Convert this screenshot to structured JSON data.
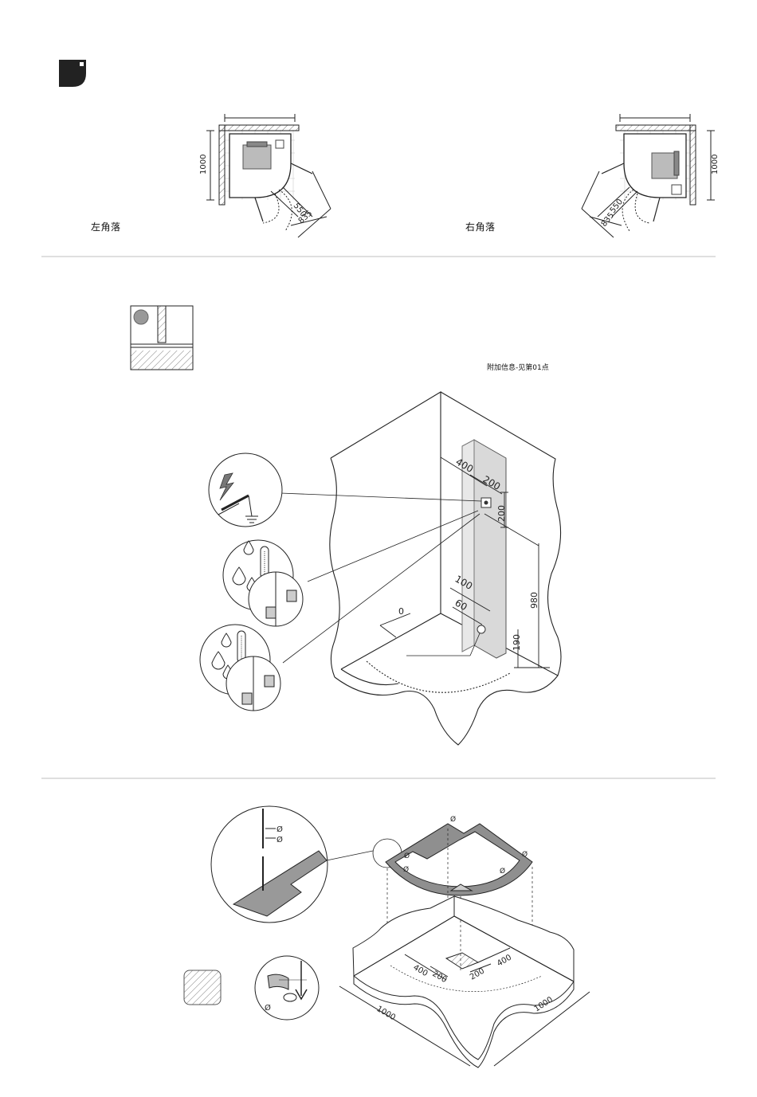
{
  "top_section": {
    "left_corner_label": "左角落",
    "right_corner_label": "右角落",
    "left_plan": {
      "dim_depth": "1000",
      "dim_door_inner": "550",
      "dim_door_outer": "835"
    },
    "right_plan": {
      "dim_depth": "1000",
      "dim_door_inner": "550",
      "dim_door_outer": "835"
    }
  },
  "middle_section": {
    "note": "附加信息-见第01点",
    "dims": {
      "from_corner": "400",
      "width": "200",
      "height_box": "200",
      "spacing_a": "100",
      "spacing_b": "60",
      "zero": "0",
      "height_total": "980",
      "height_low": "190"
    }
  },
  "bottom_section": {
    "diameter_symbol": "Ø",
    "dims": {
      "left_400": "400",
      "left_200": "200",
      "right_200": "200",
      "right_400": "400",
      "side_left": "1000",
      "side_right": "1000"
    }
  },
  "colors": {
    "ink": "#222222",
    "panel_gray": "#d9d9d9",
    "tray_gray": "#8f8f8f",
    "divider": "#bfbfbf"
  }
}
